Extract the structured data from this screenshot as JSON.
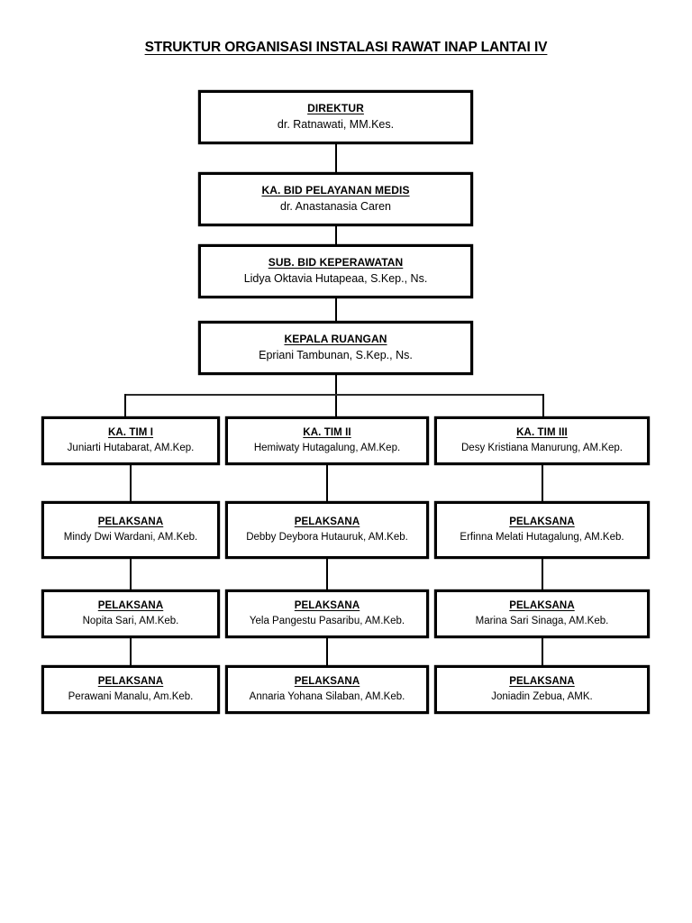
{
  "title": "STRUKTUR ORGANISASI INSTALASI RAWAT INAP LANTAI IV",
  "colors": {
    "background": "#FFFFFF",
    "text": "#000000",
    "box_border": "#000000",
    "connector": "#000000"
  },
  "hierarchy": {
    "direktur": {
      "role": "DIREKTUR",
      "person": "dr. Ratnawati, MM.Kes."
    },
    "ka_bid_pelayanan_medis": {
      "role": "KA. BID PELAYANAN MEDIS",
      "person": "dr. Anastanasia Caren"
    },
    "sub_bid_keperawatan": {
      "role": "SUB. BID KEPERAWATAN",
      "person": "Lidya Oktavia Hutapeaa, S.Kep., Ns."
    },
    "kepala_ruangan": {
      "role": "KEPALA RUANGAN",
      "person": "Epriani Tambunan, S.Kep., Ns."
    }
  },
  "teams": [
    {
      "leader": {
        "role": "KA. TIM I",
        "person": "Juniarti Hutabarat, AM.Kep."
      },
      "staff": [
        {
          "role": "PELAKSANA",
          "person": "Mindy Dwi Wardani, AM.Keb."
        },
        {
          "role": "PELAKSANA",
          "person": "Nopita Sari, AM.Keb."
        },
        {
          "role": "PELAKSANA",
          "person": "Perawani Manalu, Am.Keb."
        }
      ]
    },
    {
      "leader": {
        "role": "KA. TIM II",
        "person": "Hemiwaty Hutagalung, AM.Kep."
      },
      "staff": [
        {
          "role": "PELAKSANA",
          "person": "Debby Deybora Hutauruk, AM.Keb."
        },
        {
          "role": "PELAKSANA",
          "person": "Yela Pangestu Pasaribu, AM.Keb."
        },
        {
          "role": "PELAKSANA",
          "person": "Annaria Yohana Silaban, AM.Keb."
        }
      ]
    },
    {
      "leader": {
        "role": "KA. TIM III",
        "person": "Desy Kristiana Manurung, AM.Kep."
      },
      "staff": [
        {
          "role": "PELAKSANA",
          "person": "Erfinna Melati Hutagalung, AM.Keb."
        },
        {
          "role": "PELAKSANA",
          "person": "Marina Sari Sinaga, AM.Keb."
        },
        {
          "role": "PELAKSANA",
          "person": "Joniadin Zebua, AMK."
        }
      ]
    }
  ]
}
